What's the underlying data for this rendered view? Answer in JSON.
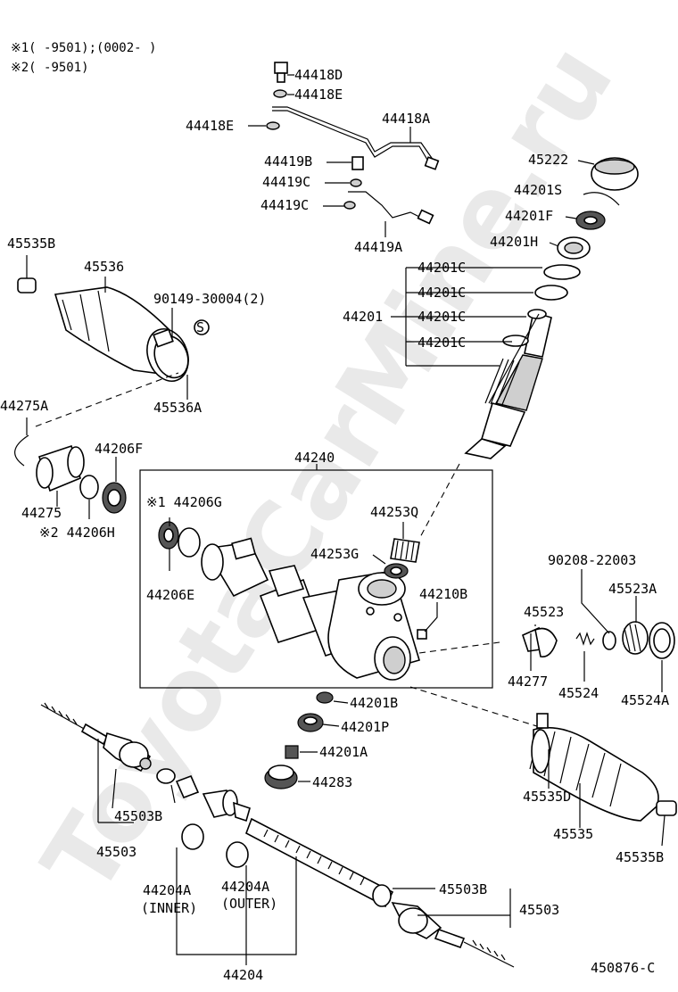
{
  "notes": {
    "line1": "※1(    -9501);(0002-    )",
    "line2": "※2(    -9501)"
  },
  "watermark": "ToyotaCarMine.ru",
  "figure_code": "450876-C",
  "labels": {
    "p44418D": "44418D",
    "p44418E_a": "44418E",
    "p44418E_b": "44418E",
    "p44418A": "44418A",
    "p44419B": "44419B",
    "p44419C_a": "44419C",
    "p44419C_b": "44419C",
    "p44419A": "44419A",
    "p45222": "45222",
    "p44201S": "44201S",
    "p44201F": "44201F",
    "p44201H": "44201H",
    "p44201C_1": "44201C",
    "p44201C_2": "44201C",
    "p44201C_3": "44201C",
    "p44201C_4": "44201C",
    "p44201": "44201",
    "p45535B_a": "45535B",
    "p45536": "45536",
    "p90149": "90149-30004(2)",
    "p45536A": "45536A",
    "p44275A": "44275A",
    "p44206F": "44206F",
    "p44275": "44275",
    "p44206H": "※2 44206H",
    "p44240": "44240",
    "p44206G": "※1 44206G",
    "p44206E": "44206E",
    "p44253Q": "44253Q",
    "p44253G": "44253G",
    "p44210B": "44210B",
    "p90208": "90208-22003",
    "p45523": "45523",
    "p45523A": "45523A",
    "p44277": "44277",
    "p45524": "45524",
    "p45524A": "45524A",
    "p44201B": "44201B",
    "p44201P": "44201P",
    "p44201A": "44201A",
    "p44283": "44283",
    "p45535D": "45535D",
    "p45535": "45535",
    "p45535B_b": "45535B",
    "p45503B_a": "45503B",
    "p45503_a": "45503",
    "p44204A_inner": "44204A",
    "inner_sub": "(INNER)",
    "p44204A_outer": "44204A",
    "outer_sub": "(OUTER)",
    "p44204": "44204",
    "p45503B_b": "45503B",
    "p45503_b": "45503",
    "s_mark": "S"
  }
}
